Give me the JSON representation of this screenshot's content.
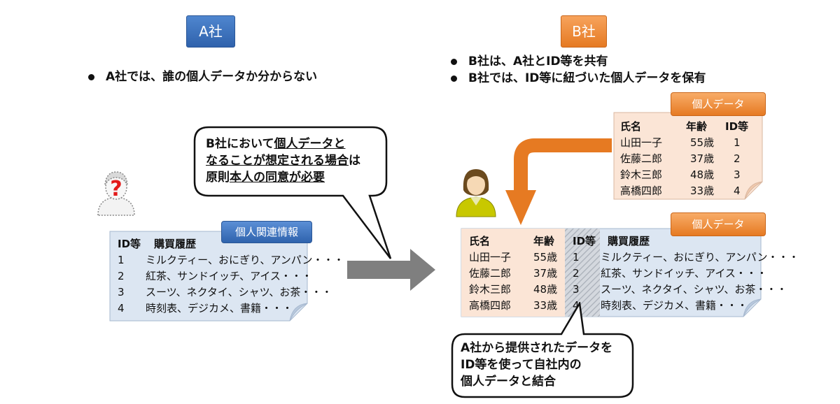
{
  "company_a": {
    "header": "A社",
    "bullet": "A社では、誰の個人データか分からない",
    "note": {
      "tag": "個人関連情報",
      "headers": [
        "ID等",
        "購買履歴"
      ],
      "rows": [
        {
          "id": "1",
          "history": "ミルクティー、おにぎり、アンパン・・・"
        },
        {
          "id": "2",
          "history": "紅茶、サンドイッチ、アイス・・・"
        },
        {
          "id": "3",
          "history": "スーツ、ネクタイ、シャツ、お茶・・・"
        },
        {
          "id": "4",
          "history": "時刻表、デジカメ、書籍・・・"
        }
      ]
    },
    "person_mark": "?"
  },
  "callout_center": {
    "line1_a": "B社において",
    "line1_b": "個人データと",
    "line2_a": "なることが想定される場合",
    "line2_b": "は",
    "line3_a": "原則",
    "line3_b": "本人の同意が必要"
  },
  "company_b": {
    "header": "B社",
    "bullets": [
      "B社は、A社とID等を共有",
      "B社では、ID等に紐づいた個人データを保有"
    ],
    "top_note": {
      "tag": "個人データ",
      "headers": [
        "氏名",
        "年齢",
        "ID等"
      ],
      "rows": [
        {
          "name": "山田一子",
          "age": "55歳",
          "id": "1"
        },
        {
          "name": "佐藤二郎",
          "age": "37歳",
          "id": "2"
        },
        {
          "name": "鈴木三郎",
          "age": "48歳",
          "id": "3"
        },
        {
          "name": "高橋四郎",
          "age": "33歳",
          "id": "4"
        }
      ]
    },
    "combined_note": {
      "tag": "個人データ",
      "headers": [
        "氏名",
        "年齢",
        "ID等",
        "購買履歴"
      ],
      "rows": [
        {
          "name": "山田一子",
          "age": "55歳",
          "id": "1",
          "history": "ミルクティー、おにぎり、アンパン・・・"
        },
        {
          "name": "佐藤二郎",
          "age": "37歳",
          "id": "2",
          "history": "紅茶、サンドイッチ、アイス・・・"
        },
        {
          "name": "鈴木三郎",
          "age": "48歳",
          "id": "3",
          "history": "スーツ、ネクタイ、シャツ、お茶・・・"
        },
        {
          "name": "高橋四郎",
          "age": "33歳",
          "id": "4",
          "history": "時刻表、デジカメ、書籍・・・"
        }
      ]
    },
    "callout_bottom": [
      "A社から提供されたデータを",
      "ID等を使って自社内の",
      "個人データと結合"
    ]
  },
  "colors": {
    "blue_note": "#dce6f2",
    "peach_note": "#fbe5d6",
    "orange": "#e67a22",
    "blue": "#2f63ad",
    "arrow_gray": "#808080"
  }
}
